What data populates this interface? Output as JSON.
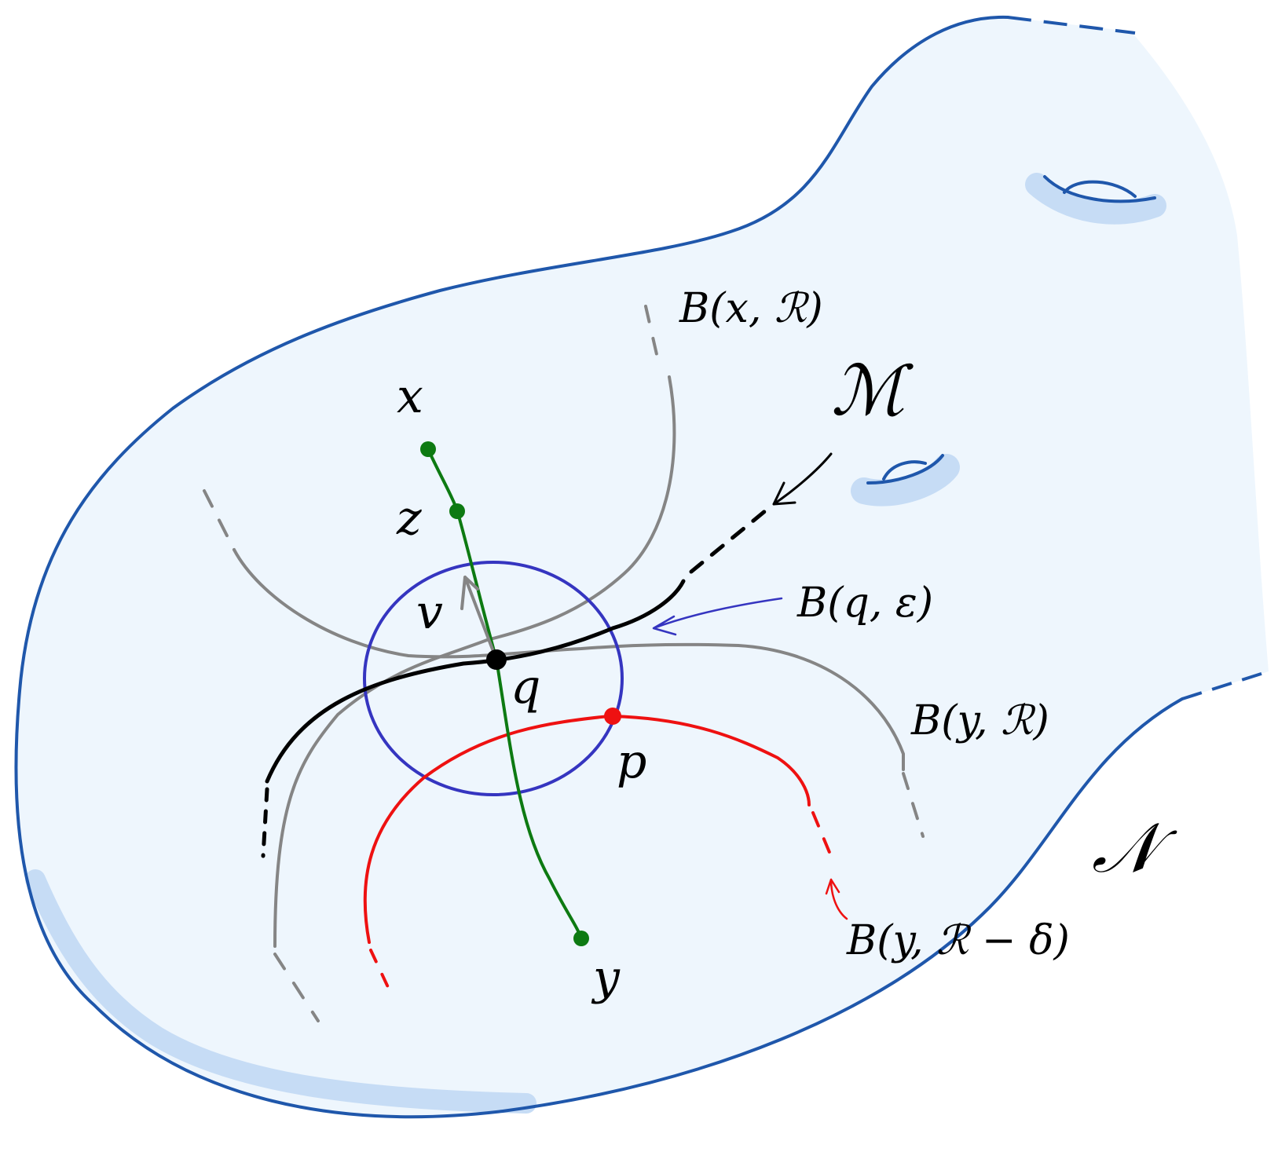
{
  "labels": {
    "manifold_N": "𝒩",
    "submanifold_M": "ℳ",
    "point_x": "x",
    "point_y": "y",
    "point_z": "z",
    "point_q": "q",
    "point_p": "p",
    "vector_v": "v",
    "ball_x_R": "B(x, ℛ)",
    "ball_y_R": "B(y, ℛ)",
    "ball_q_eps": "B(q, ε)",
    "ball_y_R_minus_delta": "B(y, ℛ − δ)"
  },
  "colors": {
    "region_fill": "#eef6fd",
    "region_outline": "#1f57ab",
    "region_shadow": "#c6dcf5",
    "geodesic": "#0d7a12",
    "submanifold_curve": "#000000",
    "ball_R_spheres": "#858585",
    "ball_eps": "#3535c0",
    "ball_R_minus_delta": "#ee1111"
  }
}
